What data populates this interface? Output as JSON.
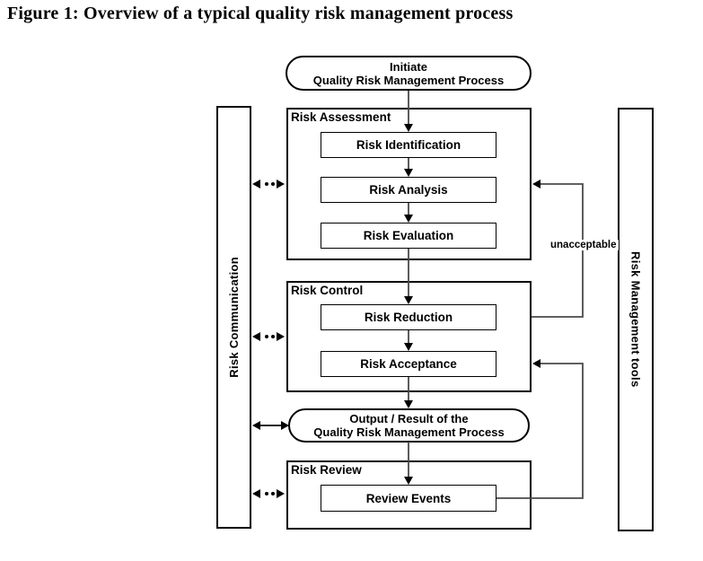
{
  "title": "Figure 1: Overview of a typical quality risk management process",
  "sidebars": {
    "left": {
      "label": "Risk Communication"
    },
    "right": {
      "label": "Risk Management tools"
    }
  },
  "nodes": {
    "initiate": {
      "line1": "Initiate",
      "line2": "Quality Risk Management Process"
    },
    "output": {
      "line1": "Output / Result of the",
      "line2": "Quality Risk Management Process"
    },
    "groups": [
      {
        "label": "Risk Assessment",
        "children": [
          "Risk Identification",
          "Risk Analysis",
          "Risk Evaluation"
        ]
      },
      {
        "label": "Risk Control",
        "children": [
          "Risk Reduction",
          "Risk Acceptance"
        ]
      },
      {
        "label": "Risk Review",
        "children": [
          "Review Events"
        ]
      }
    ]
  },
  "annotations": {
    "unacceptable": "unacceptable"
  },
  "colors": {
    "ink": "#000000",
    "connector": "#4a4a4a",
    "background": "#ffffff"
  }
}
